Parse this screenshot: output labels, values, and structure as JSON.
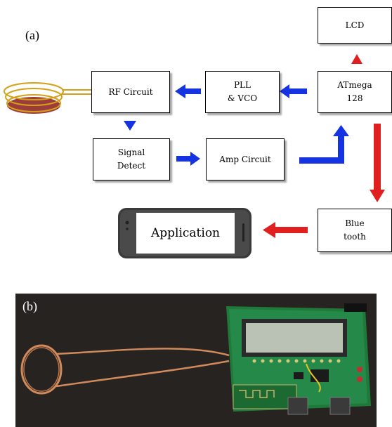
{
  "panel_a": {
    "label": "(a)",
    "boxes": {
      "lcd": "LCD",
      "atmega": "ATmega\n128",
      "pll": "PLL\n& VCO",
      "rf": "RF Circuit",
      "signal": "Signal\nDetect",
      "amp": "Amp Circuit",
      "bluetooth": "Blue\ntooth"
    },
    "phone_screen": "Application",
    "colors": {
      "blue_arrow": "#1533e0",
      "red_arrow": "#e02020",
      "coil": "#d4a017",
      "coil_base": "#8b1a1a"
    }
  },
  "panel_b": {
    "label": "(b)",
    "colors": {
      "background": "#262321",
      "pcb": "#1f7a3a",
      "lcd_glass": "#b9c2b4",
      "wire": "#d08a5c"
    }
  }
}
